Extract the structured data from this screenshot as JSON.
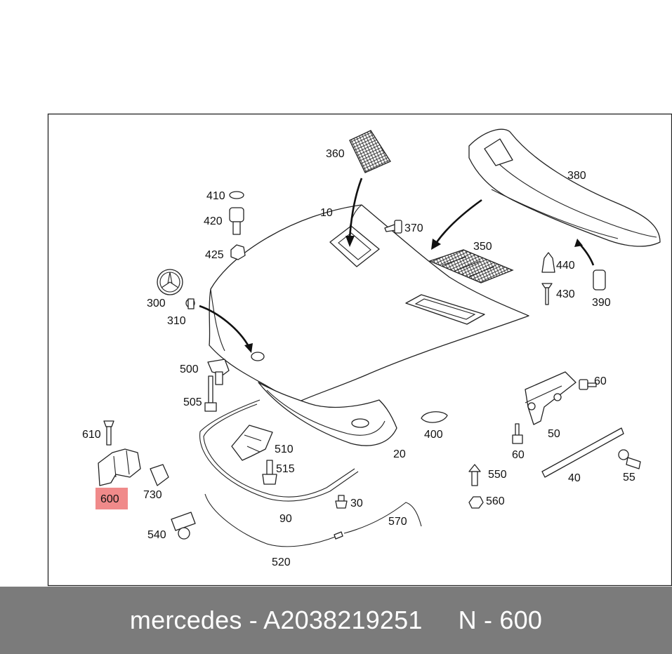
{
  "diagram": {
    "highlight_color": "#f08a8a",
    "highlighted_part": "600",
    "labels": {
      "p10": "10",
      "p20": "20",
      "p30": "30",
      "p40": "40",
      "p50": "50",
      "p55": "55",
      "p60a": "60",
      "p60b": "60",
      "p90": "90",
      "p300": "300",
      "p310": "310",
      "p350": "350",
      "p360": "360",
      "p370": "370",
      "p380": "380",
      "p390": "390",
      "p400": "400",
      "p410": "410",
      "p420": "420",
      "p425": "425",
      "p430": "430",
      "p440": "440",
      "p500": "500",
      "p505": "505",
      "p510": "510",
      "p515": "515",
      "p520": "520",
      "p540": "540",
      "p550": "550",
      "p560": "560",
      "p570": "570",
      "p600": "600",
      "p610": "610",
      "p730": "730"
    }
  },
  "footer": {
    "background": "#7b7b7b",
    "text": "mercedes - A2038219251     N - 600"
  }
}
